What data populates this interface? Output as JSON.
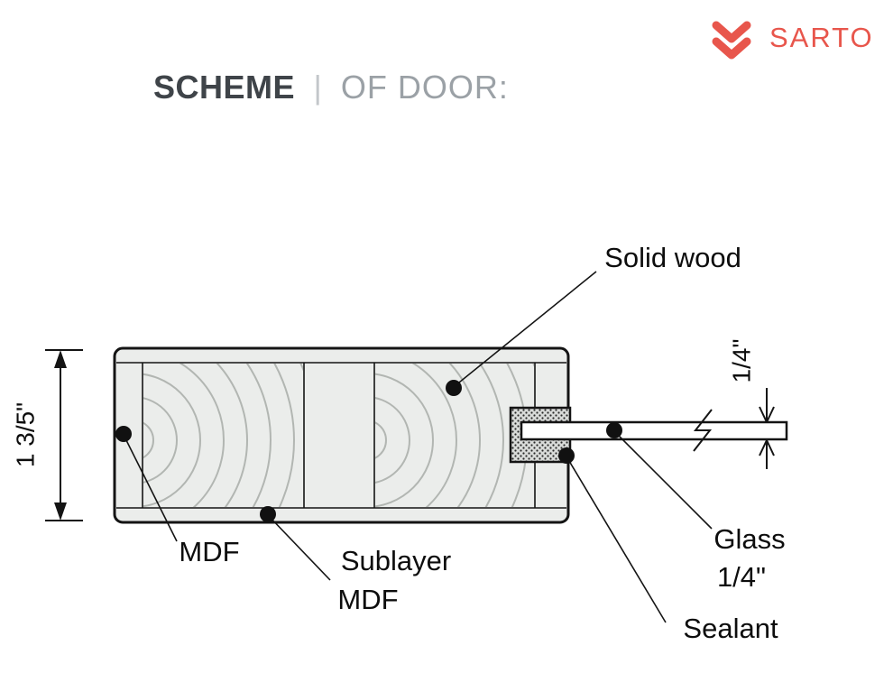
{
  "header": {
    "title_bold": "SCHEME",
    "separator": "|",
    "title_light": "OF DOOR:"
  },
  "brand": {
    "name": "SARTO",
    "accent_color": "#e8564c"
  },
  "diagram": {
    "labels": {
      "solid_wood": "Solid wood",
      "mdf": "MDF",
      "sublayer_line1": "Sublayer",
      "sublayer_line2": "MDF",
      "glass_line1": "Glass",
      "glass_line2": "1/4\"",
      "sealant": "Sealant"
    },
    "dimensions": {
      "door_thickness": "1 3/5\"",
      "glass_thickness": "1/4\""
    }
  }
}
